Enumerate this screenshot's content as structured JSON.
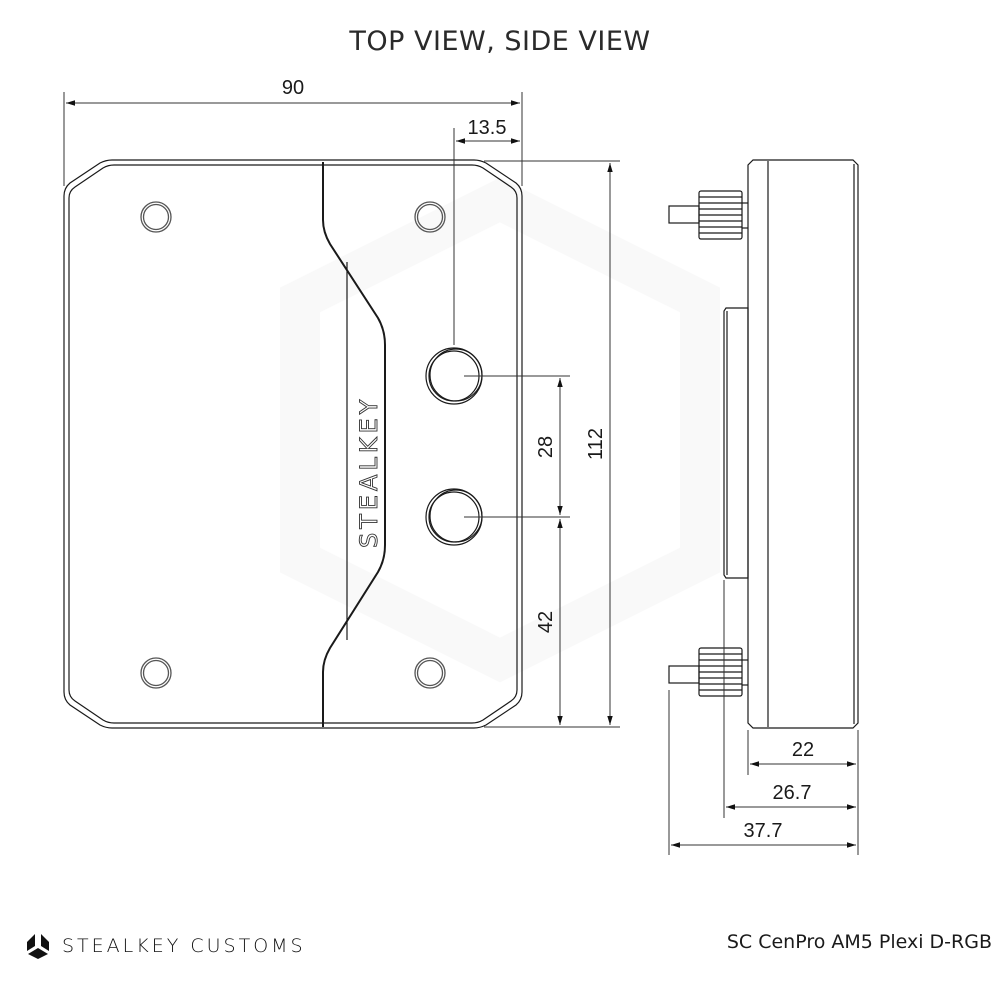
{
  "title": "TOP VIEW, SIDE VIEW",
  "dimensions": {
    "top_view": {
      "overall_width": "90",
      "port_offset_from_edge": "13.5",
      "overall_height": "112",
      "port_spacing": "28",
      "lower_port_to_bottom": "42"
    },
    "side_view": {
      "block_thickness": "22",
      "with_coldplate": "26.7",
      "with_fittings": "37.7"
    }
  },
  "engraving": {
    "logo_text": "STEALKEY"
  },
  "footer": {
    "brand_name": "STEALKEY CUSTOMS",
    "brand_icon": "stealkey-logo-icon",
    "model_name": "SC CenPro AM5 Plexi D-RGB"
  },
  "colors": {
    "line": "#1a1a1a",
    "dim_line": "#444444",
    "background": "#ffffff"
  }
}
